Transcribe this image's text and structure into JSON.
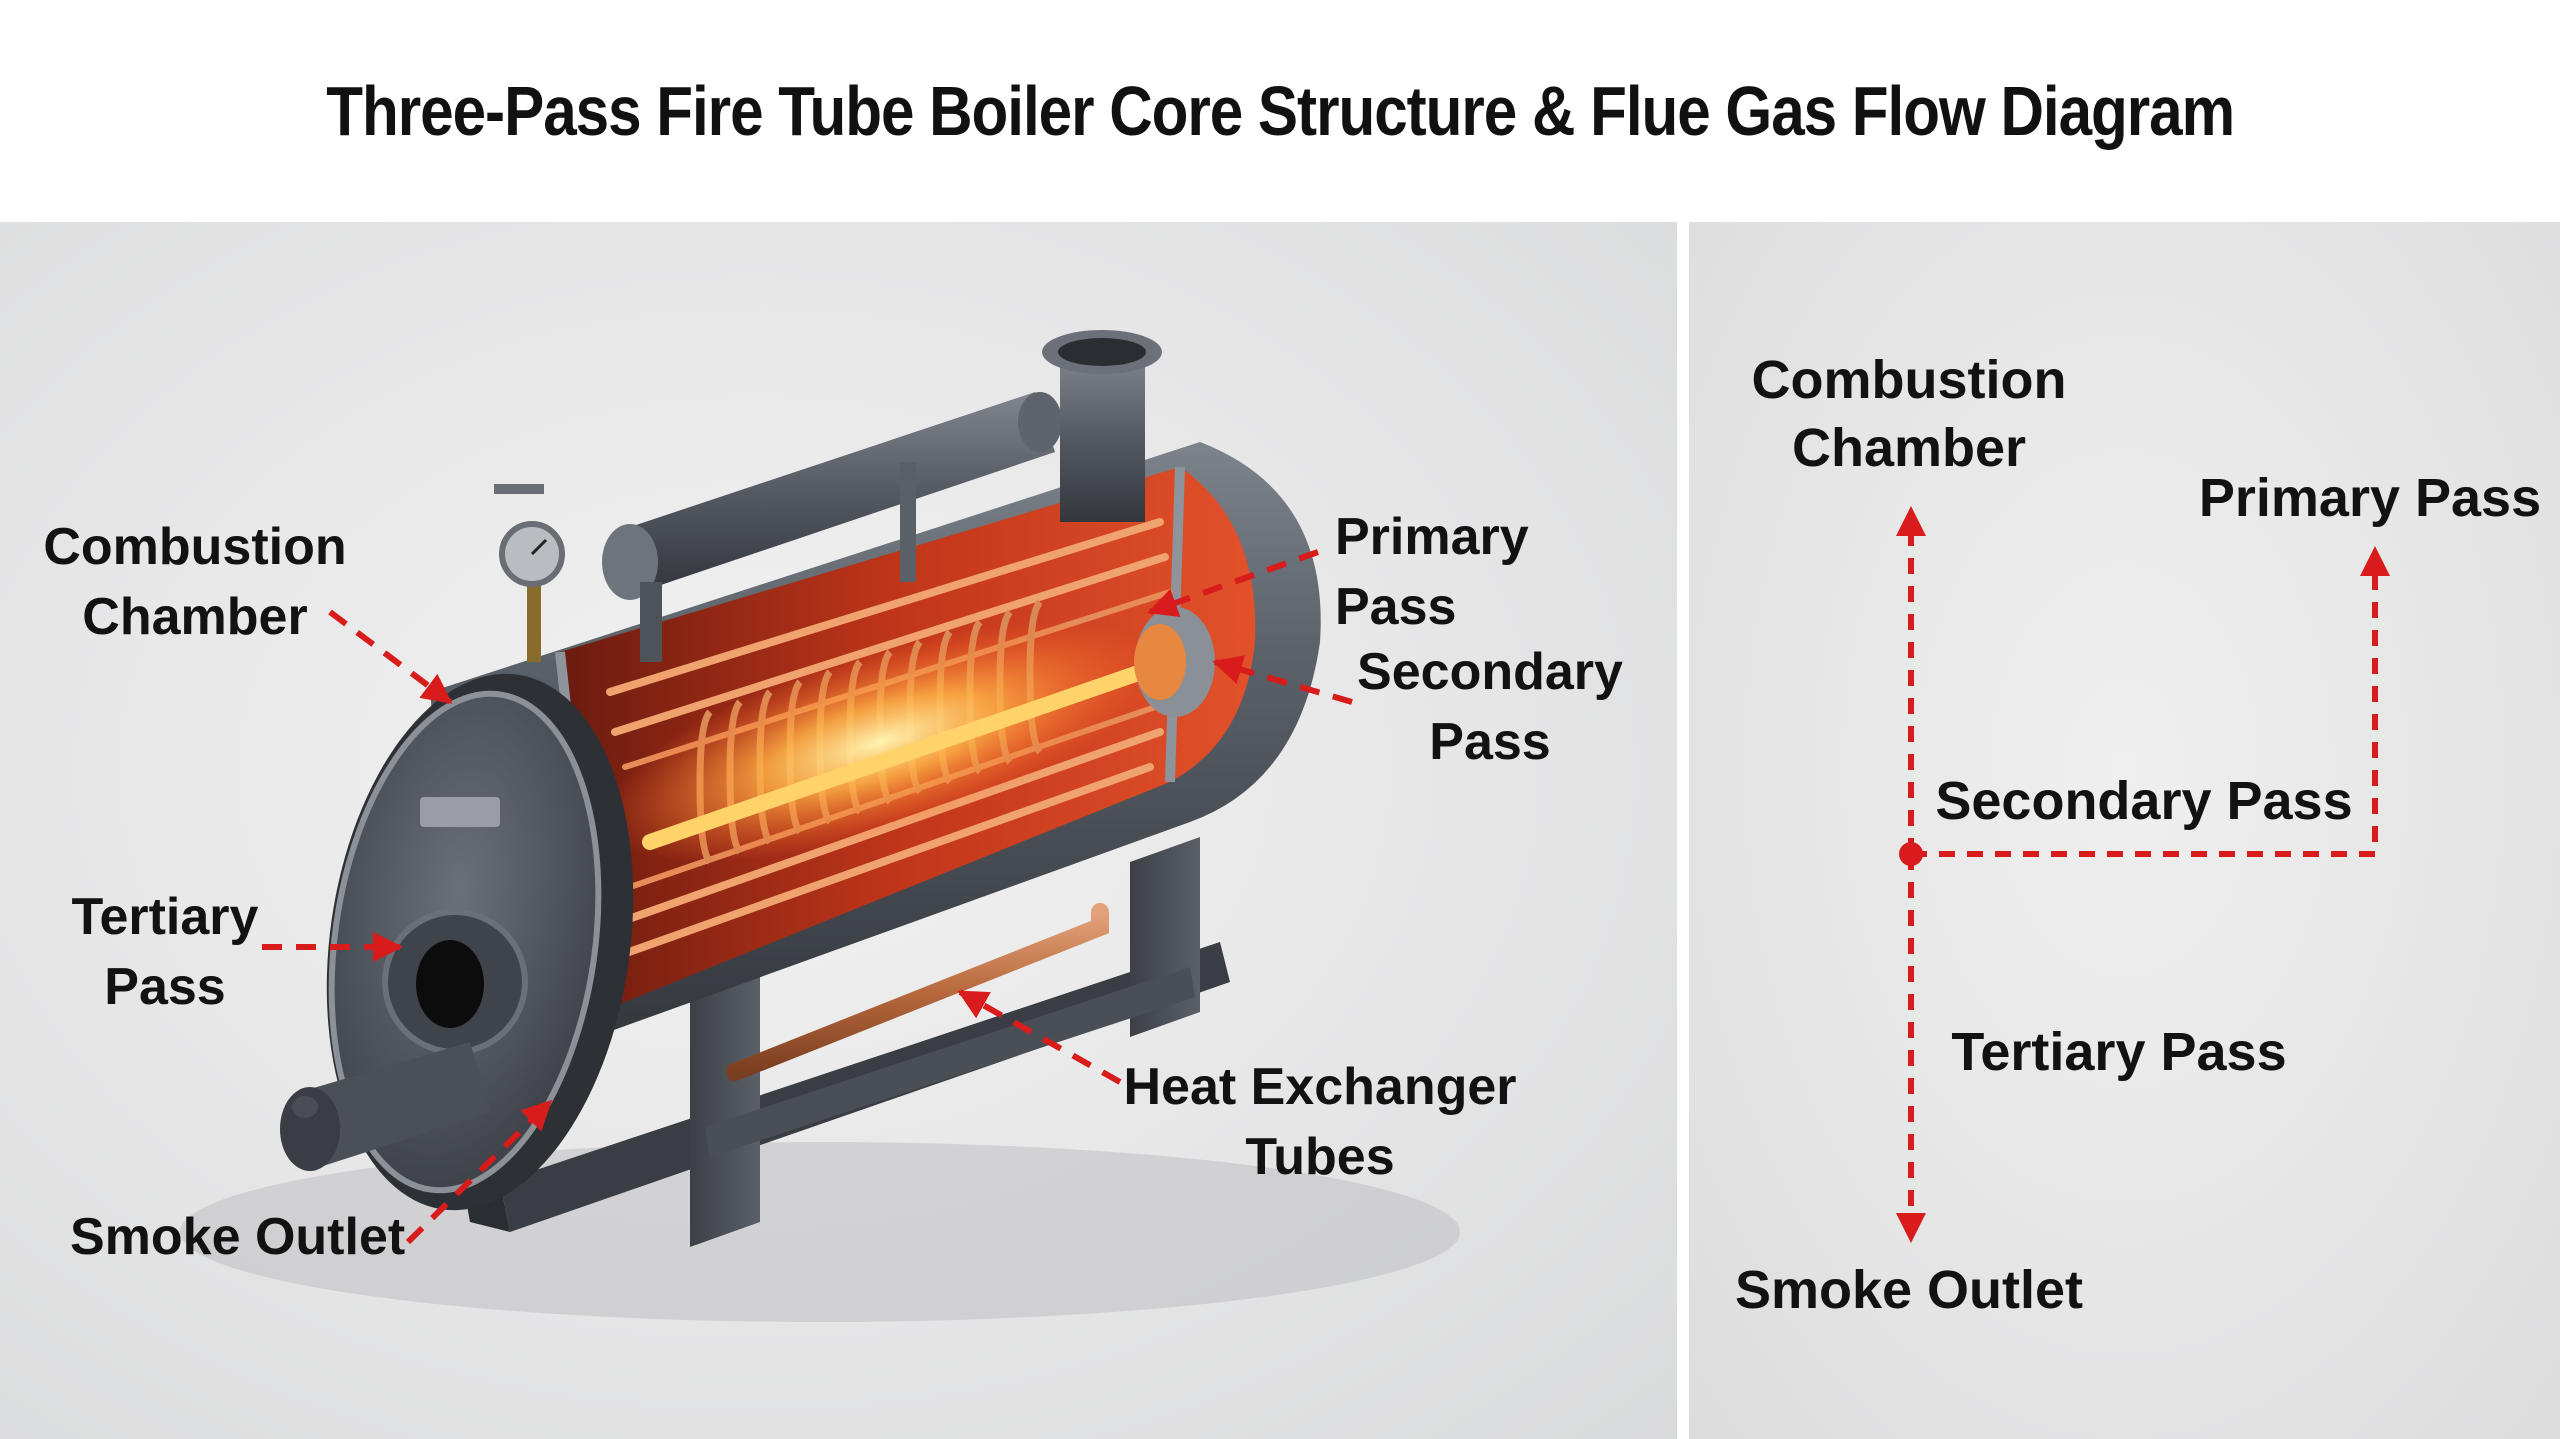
{
  "title": "Three-Pass Fire Tube Boiler Core Structure & Flue Gas Flow Diagram",
  "colors": {
    "arrow": "#d81b1b",
    "steel": "#4b5057",
    "hot": "#e0421c",
    "copper": "#c9703f"
  },
  "boiler_labels": {
    "combustion_chamber": "Combustion\nChamber",
    "primary_pass": "Primary Pass",
    "secondary_pass": "Secondary\nPass",
    "tertiary_pass": "Tertiary\nPass",
    "heat_exchanger_tubes": "Heat Exchanger\nTubes",
    "smoke_outlet": "Smoke Outlet"
  },
  "flow_labels": {
    "combustion_chamber": "Combustion\nChamber",
    "primary_pass": "Primary Pass",
    "secondary_pass": "Secondary Pass",
    "tertiary_pass": "Tertiary Pass",
    "smoke_outlet": "Smoke Outlet"
  }
}
